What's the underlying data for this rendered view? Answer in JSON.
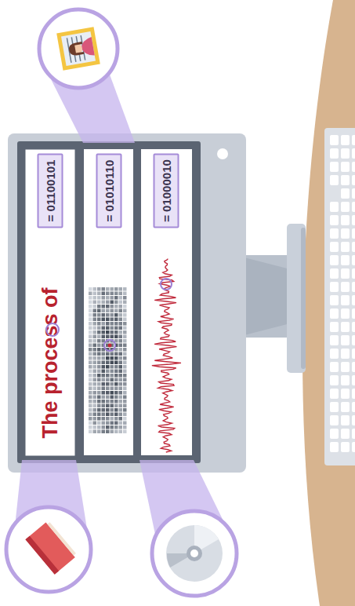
{
  "diagram": {
    "nodes": [
      {
        "text": [
          "The process of"
        ]
      },
      {
        "text": [
          "= 01100101"
        ],
        "in": 0
      },
      {
        "text": [
          "= 01010110"
        ]
      },
      {
        "text": [
          "= 01000010"
        ]
      }
    ]
  }
}
